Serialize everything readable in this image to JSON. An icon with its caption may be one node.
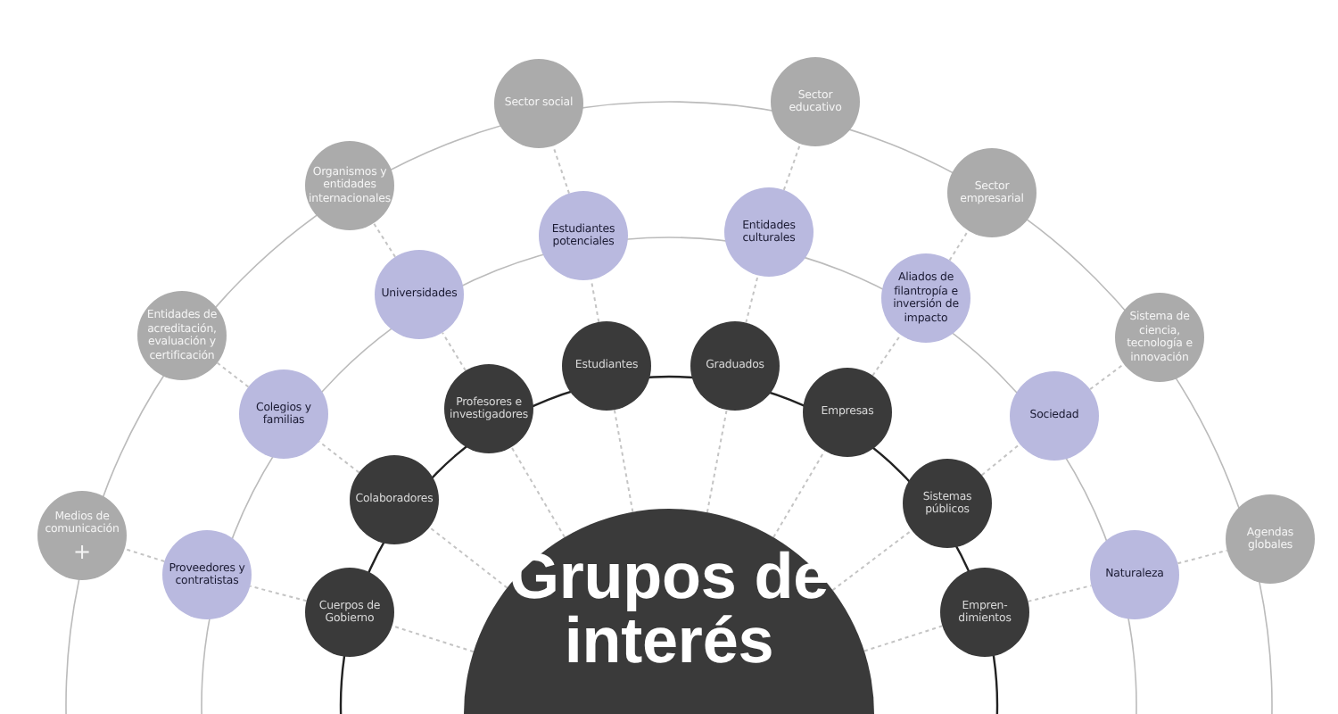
{
  "diagram": {
    "nodes": [
      {
        "text": [
          "Grupos de interés"
        ]
      },
      {
        "text": [
          "Cuerpos de Gobierno"
        ]
      },
      {
        "text": [
          "Colaboradores"
        ]
      },
      {
        "text": [
          "Profesores e investigadores"
        ]
      },
      {
        "text": [
          "Estudiantes"
        ]
      },
      {
        "text": [
          "Graduados"
        ]
      },
      {
        "text": [
          "Empresas"
        ]
      },
      {
        "text": [
          "Sistemas públicos"
        ]
      },
      {
        "text": [
          "Empren- dimientos"
        ]
      },
      {
        "text": [
          "Proveedores y contratistas"
        ]
      },
      {
        "text": [
          "Colegios y familias"
        ]
      },
      {
        "text": [
          "Universidades"
        ]
      },
      {
        "text": [
          "Estudiantes potenciales"
        ]
      },
      {
        "text": [
          "Entidades culturales"
        ]
      },
      {
        "text": [
          "Aliados de filantropía e inversión de impacto"
        ]
      },
      {
        "text": [
          "Sociedad"
        ]
      },
      {
        "text": [
          "Naturaleza"
        ]
      },
      {
        "text": [
          "Medios de comunicación",
          "+"
        ]
      },
      {
        "text": [
          "Entidades de acreditación, evaluación y certificación"
        ]
      },
      {
        "text": [
          "Organismos y entidades internacionales"
        ]
      },
      {
        "text": [
          "Sector social"
        ]
      },
      {
        "text": [
          "Sector educativo"
        ]
      },
      {
        "text": [
          "Sector empresarial"
        ]
      },
      {
        "text": [
          "Sistema de ciencia, tecnología e innovación"
        ]
      },
      {
        "text": [
          "Agendas globales"
        ]
      }
    ],
    "edges": [
      {
        "from": 0,
        "to": 1,
        "arrow": "none",
        "style": "dashed"
      },
      {
        "from": 0,
        "to": 2,
        "arrow": "none",
        "style": "dashed"
      },
      {
        "from": 0,
        "to": 3,
        "arrow": "none",
        "style": "dashed"
      },
      {
        "from": 0,
        "to": 4,
        "arrow": "none",
        "style": "dashed"
      },
      {
        "from": 0,
        "to": 5,
        "arrow": "none",
        "style": "dashed"
      },
      {
        "from": 0,
        "to": 6,
        "arrow": "none",
        "style": "dashed"
      },
      {
        "from": 0,
        "to": 7,
        "arrow": "none",
        "style": "dashed"
      },
      {
        "from": 0,
        "to": 8,
        "arrow": "none",
        "style": "dashed"
      },
      {
        "from": 1,
        "to": 9,
        "arrow": "none",
        "style": "dashed"
      },
      {
        "from": 2,
        "to": 10,
        "arrow": "none",
        "style": "dashed"
      },
      {
        "from": 3,
        "to": 11,
        "arrow": "none",
        "style": "dashed"
      },
      {
        "from": 4,
        "to": 12,
        "arrow": "none",
        "style": "dashed"
      },
      {
        "from": 5,
        "to": 13,
        "arrow": "none",
        "style": "dashed"
      },
      {
        "from": 6,
        "to": 14,
        "arrow": "none",
        "style": "dashed"
      },
      {
        "from": 7,
        "to": 15,
        "arrow": "none",
        "style": "dashed"
      },
      {
        "from": 8,
        "to": 16,
        "arrow": "none",
        "style": "dashed"
      },
      {
        "from": 9,
        "to": 17,
        "arrow": "none",
        "style": "dashed"
      },
      {
        "from": 10,
        "to": 18,
        "arrow": "none",
        "style": "dashed"
      },
      {
        "from": 11,
        "to": 19,
        "arrow": "none",
        "style": "dashed"
      },
      {
        "from": 12,
        "to": 20,
        "arrow": "none",
        "style": "dashed"
      },
      {
        "from": 13,
        "to": 21,
        "arrow": "none",
        "style": "dashed"
      },
      {
        "from": 14,
        "to": 22,
        "arrow": "none",
        "style": "dashed"
      },
      {
        "from": 15,
        "to": 23,
        "arrow": "none",
        "style": "dashed"
      },
      {
        "from": 16,
        "to": 24,
        "arrow": "none",
        "style": "dashed"
      }
    ]
  }
}
